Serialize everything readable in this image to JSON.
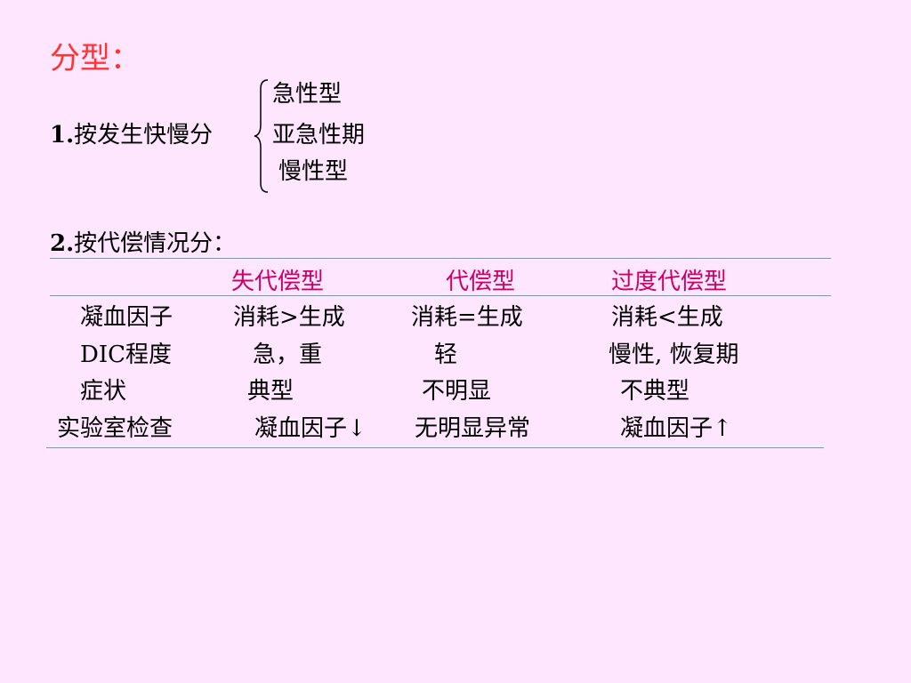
{
  "slide": {
    "title": "分型：",
    "section1": {
      "label_num": "1.",
      "label_text": "按发生快慢分",
      "options": [
        "急性型",
        "亚急性期",
        "慢性型"
      ]
    },
    "section2": {
      "label_num": "2.",
      "label_text": "按代偿情况分："
    },
    "table": {
      "headers": [
        "失代偿型",
        "代偿型",
        "过度代偿型"
      ],
      "rows": [
        {
          "label": "凝血因子",
          "values": [
            "消耗>生成",
            "消耗=生成",
            "消耗<生成"
          ]
        },
        {
          "label": "DIC程度",
          "values": [
            "急，重",
            "轻",
            "慢性, 恢复期"
          ]
        },
        {
          "label": "症状",
          "values": [
            "典型",
            "不明显",
            "不典型"
          ]
        },
        {
          "label": "实验室检查",
          "values": [
            "凝血因子↓",
            "无明显异常",
            "凝血因子↑"
          ]
        }
      ]
    }
  },
  "colors": {
    "background": "#ffe6ff",
    "title": "#ff3333",
    "header": "#cc0066",
    "rule": "#66a3a3"
  }
}
